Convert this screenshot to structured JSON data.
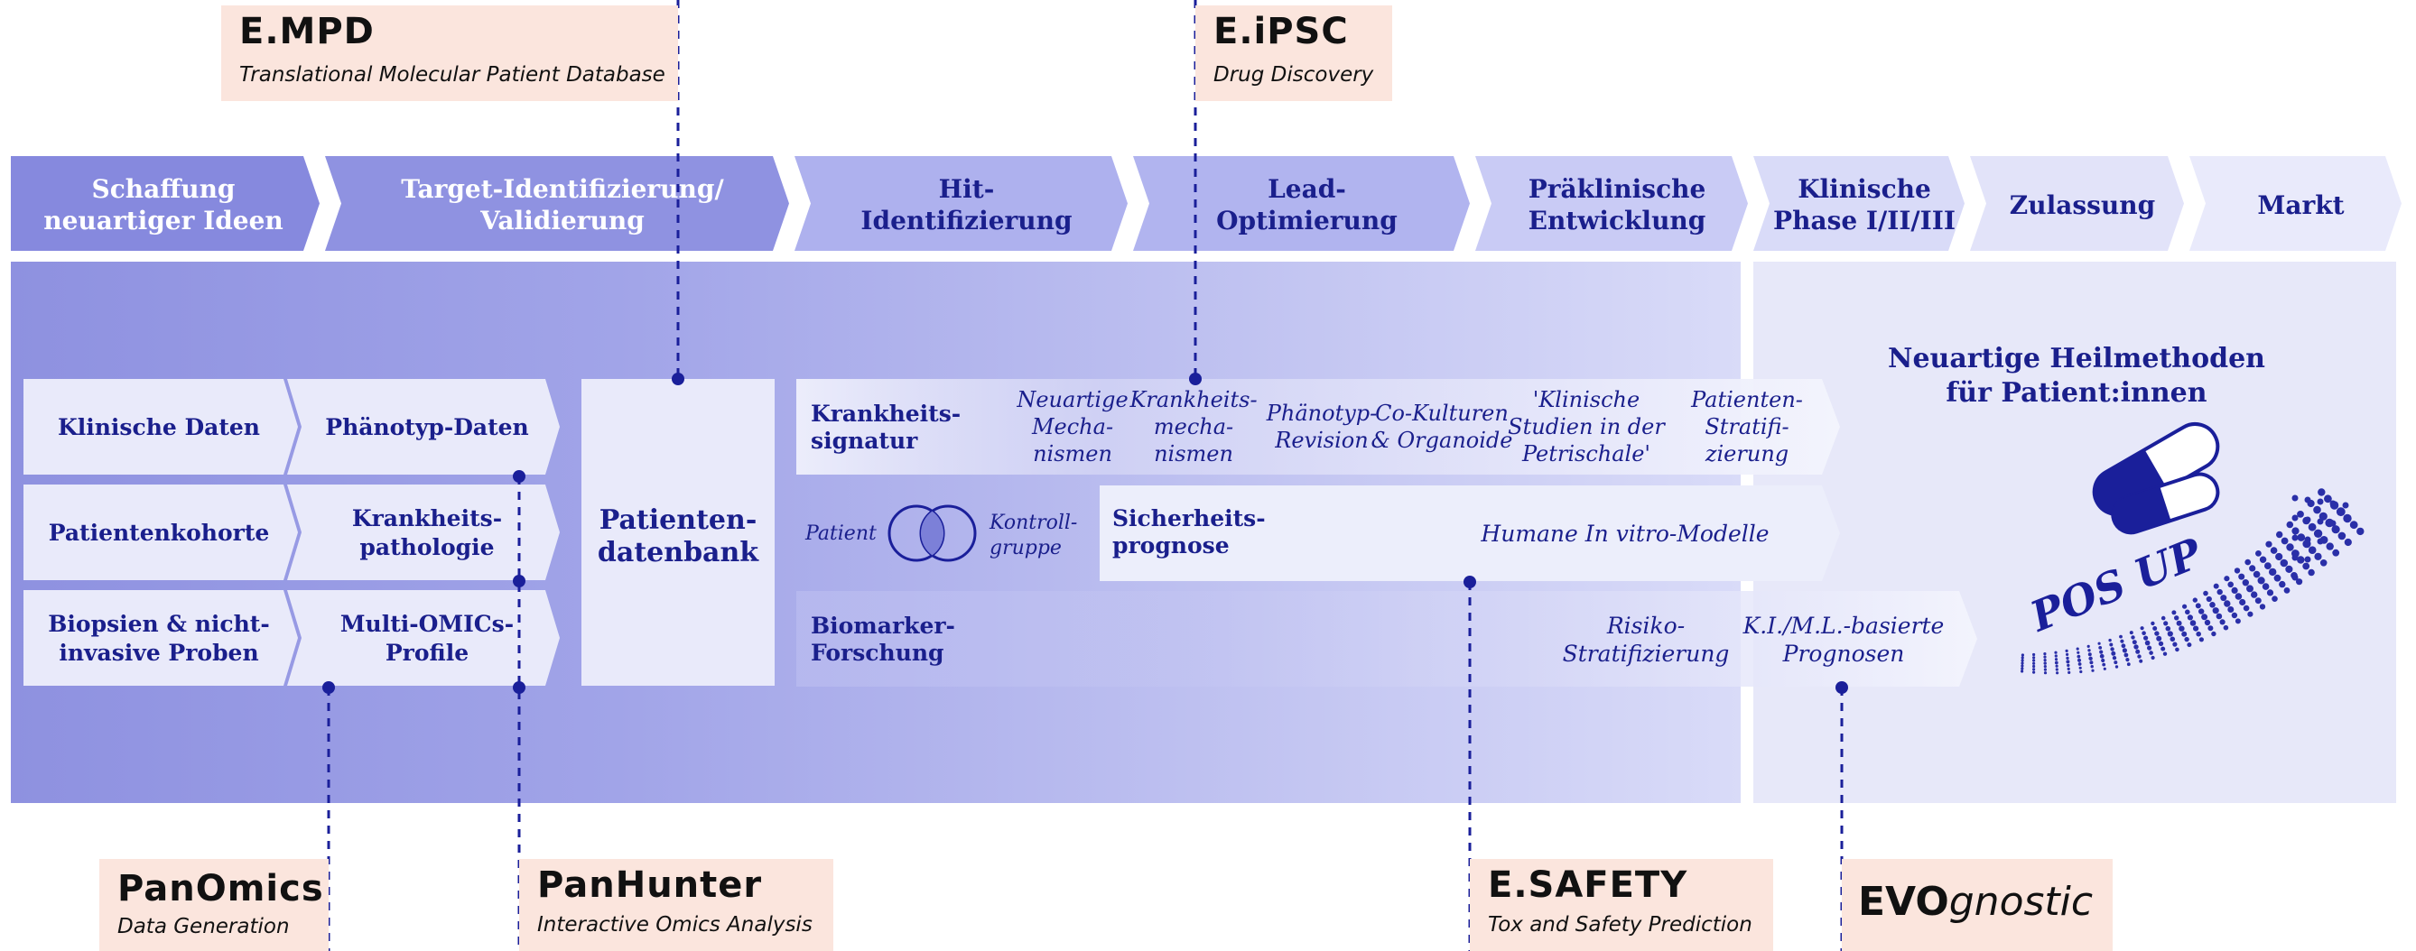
{
  "colors": {
    "stage_dark": "#8c8fe0",
    "stage_mid": "#b0b3ef",
    "stage_light": "#e6e7fa",
    "panel_left": "#9396e2",
    "panel_right": "#e7e8f9",
    "chip": "#e9eafa",
    "text_blue": "#1a1f8c",
    "line_blue": "#1a1f9a",
    "tool_bg": "#fbe5dd"
  },
  "stages": [
    {
      "line1": "Schaffung",
      "line2": "neuartiger Ideen"
    },
    {
      "line1": "Target-Identifizierung/",
      "line2": "Validierung"
    },
    {
      "line1": "Hit-",
      "line2": "Identifizierung"
    },
    {
      "line1": "Lead-",
      "line2": "Optimierung"
    },
    {
      "line1": "Präklinische",
      "line2": "Entwicklung"
    },
    {
      "line1": "Klinische",
      "line2": "Phase I/II/III"
    },
    {
      "line1": "Zulassung",
      "line2": ""
    },
    {
      "line1": "Markt",
      "line2": ""
    }
  ],
  "left_grid": [
    {
      "a": [
        "Klinische Daten"
      ],
      "b": [
        "Phänotyp-Daten"
      ]
    },
    {
      "a": [
        "Patientenkohorte"
      ],
      "b": [
        "Krankheits-",
        "pathologie"
      ]
    },
    {
      "a": [
        "Biopsien & nicht-",
        "invasive Proben"
      ],
      "b": [
        "Multi-OMICs-",
        "Profile"
      ]
    }
  ],
  "database": {
    "line1": "Patienten-",
    "line2": "datenbank"
  },
  "row1": {
    "head": [
      "Krankheits-",
      "signatur"
    ],
    "items": [
      [
        "Neuartige",
        "Mecha-",
        "nismen"
      ],
      [
        "Krankheits-",
        "mecha-",
        "nismen"
      ],
      [
        "Phänotyp-",
        "Revision"
      ],
      [
        "Co-Kulturen",
        "& Organoide"
      ],
      [
        "'Klinische",
        "Studien in der",
        "Petrischale'"
      ],
      [
        "Patienten-",
        "Stratifi-",
        "zierung"
      ]
    ]
  },
  "row2": {
    "patient": "Patient",
    "control": [
      "Kontroll-",
      "gruppe"
    ],
    "head": [
      "Sicherheits-",
      "prognose"
    ],
    "models": "Humane In vitro-Modelle"
  },
  "row3": {
    "head": [
      "Biomarker-",
      "Forschung"
    ],
    "risk": [
      "Risiko-",
      "Stratifizierung"
    ],
    "ai": [
      "K.I./M.L.-basierte",
      "Prognosen"
    ]
  },
  "outcome": {
    "line1": "Neuartige Heilmethoden",
    "line2": "für Patient:innen",
    "graffiti": "POS UP",
    "pill_icon": "pill-icon"
  },
  "tools": {
    "empd": {
      "name": "E.MPD",
      "desc": "Translational Molecular Patient Database"
    },
    "eipsc": {
      "name": "E.iPSC",
      "desc": "Drug Discovery"
    },
    "panomics": {
      "name": "PanOmics",
      "desc": "Data Generation"
    },
    "panhunter": {
      "name": "PanHunter",
      "desc": "Interactive Omics Analysis"
    },
    "esafety": {
      "name": "E.SAFETY",
      "desc": "Tox and Safety Prediction"
    },
    "evo": {
      "name_bold": "EVO",
      "name_italic": "gnostic"
    }
  }
}
